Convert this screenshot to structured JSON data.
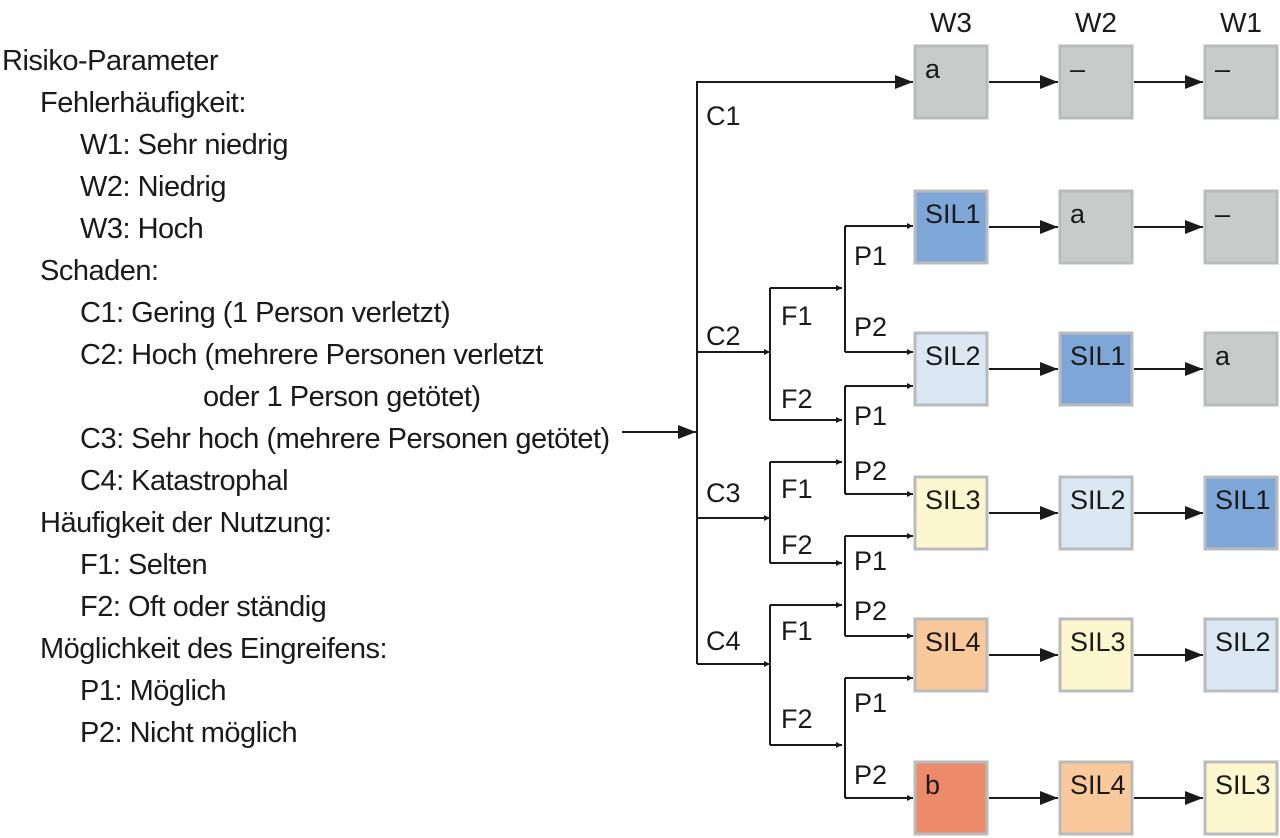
{
  "legend": {
    "title": "Risiko-Parameter",
    "w_heading": "Fehlerhäufigkeit:",
    "w1": "W1: Sehr niedrig",
    "w2": "W2: Niedrig",
    "w3": "W3: Hoch",
    "c_heading": "Schaden:",
    "c1": "C1: Gering (1 Person verletzt)",
    "c2_a": "C2: Hoch (mehrere Personen verletzt",
    "c2_b": "oder 1 Person getötet)",
    "c3": "C3: Sehr hoch (mehrere Personen getötet)",
    "c4": "C4: Katastrophal",
    "f_heading": "Häufigkeit der Nutzung:",
    "f1": "F1: Selten",
    "f2": "F2: Oft oder ständig",
    "p_heading": "Möglichkeit des Eingreifens:",
    "p1": "P1: Möglich",
    "p2": "P2: Nicht möglich"
  },
  "columns": {
    "w3": "W3",
    "w2": "W2",
    "w1": "W1"
  },
  "branches": {
    "c1": "C1",
    "c2": "C2",
    "c3": "C3",
    "c4": "C4",
    "f1": "F1",
    "f2": "F2",
    "p1": "P1",
    "p2": "P2"
  },
  "colors": {
    "gray": "#c9cbca",
    "sil1": "#7ea7d8",
    "sil2": "#dbe8f3",
    "sil3": "#fdf7cf",
    "sil4": "#f9c89b",
    "b": "#ec8a6a",
    "line": "#1a1a1a"
  },
  "matrix": [
    {
      "w3": {
        "label": "a",
        "color": "gray"
      },
      "w2": {
        "label": "–",
        "color": "gray"
      },
      "w1": {
        "label": "–",
        "color": "gray"
      }
    },
    {
      "w3": {
        "label": "SIL1",
        "color": "sil1"
      },
      "w2": {
        "label": "a",
        "color": "gray"
      },
      "w1": {
        "label": "–",
        "color": "gray"
      }
    },
    {
      "w3": {
        "label": "SIL2",
        "color": "sil2"
      },
      "w2": {
        "label": "SIL1",
        "color": "sil1"
      },
      "w1": {
        "label": "a",
        "color": "gray"
      }
    },
    {
      "w3": {
        "label": "SIL3",
        "color": "sil3"
      },
      "w2": {
        "label": "SIL2",
        "color": "sil2"
      },
      "w1": {
        "label": "SIL1",
        "color": "sil1"
      }
    },
    {
      "w3": {
        "label": "SIL4",
        "color": "sil4"
      },
      "w2": {
        "label": "SIL3",
        "color": "sil3"
      },
      "w1": {
        "label": "SIL2",
        "color": "sil2"
      }
    },
    {
      "w3": {
        "label": "b",
        "color": "b"
      },
      "w2": {
        "label": "SIL4",
        "color": "sil4"
      },
      "w1": {
        "label": "SIL3",
        "color": "sil3"
      }
    }
  ]
}
